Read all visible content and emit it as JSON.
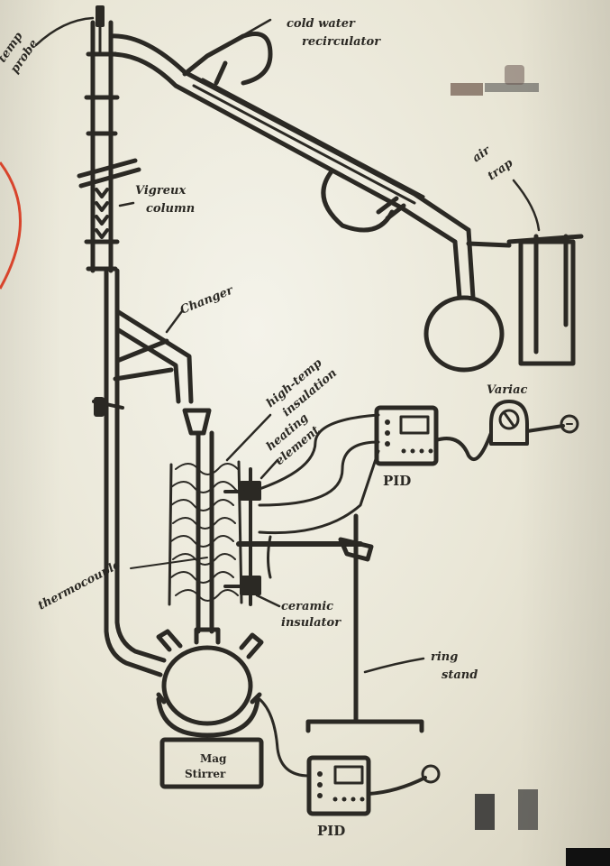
{
  "ink_color": "#2b2924",
  "board_color": "#efede3",
  "labels": {
    "temp_probe_line1": "temp",
    "temp_probe_line2": "probe",
    "cold_water_line1": "cold water",
    "cold_water_line2": "recirculator",
    "air_trap_line1": "air",
    "air_trap_line2": "trap",
    "vigreux_line1": "Vigreux",
    "vigreux_line2": "column",
    "changer": "Changer",
    "high_temp_line1": "high-temp",
    "high_temp_line2": "insulation",
    "heating_line1": "heating",
    "heating_line2": "element",
    "variac": "Variac",
    "pid_upper": "PID",
    "thermocouple": "thermocouple",
    "ceramic_line1": "ceramic",
    "ceramic_line2": "insulator",
    "ring_stand_line1": "ring",
    "ring_stand_line2": "stand",
    "mag_stirrer_line1": "Mag",
    "mag_stirrer_line2": "Stirrer",
    "pid_lower": "PID"
  }
}
